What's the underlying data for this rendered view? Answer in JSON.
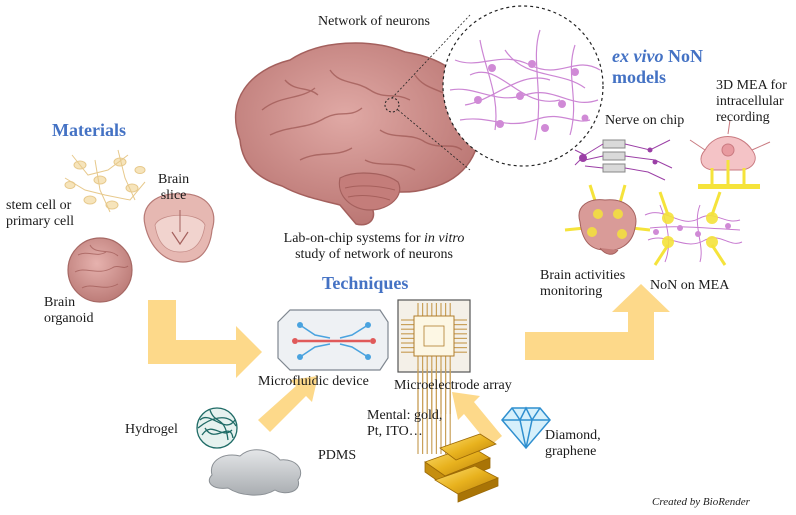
{
  "labels": {
    "network_of_neurons": "Network of neurons",
    "exvivo_italic": "ex vivo",
    "exvivo_rest": " NoN",
    "exvivo_line2": "models",
    "materials": "Materials",
    "stem_cell_line1": "stem cell or",
    "stem_cell_line2": "primary cell",
    "brain_slice_line1": "Brain",
    "brain_slice_line2": "slice",
    "brain_organoid_line1": "Brain",
    "brain_organoid_line2": "organoid",
    "lab_on_chip_pre": "Lab-on-chip systems for ",
    "lab_on_chip_italic": "in vitro",
    "lab_on_chip_line2": "study of network of neurons",
    "techniques": "Techniques",
    "nerve_on_chip": "Nerve on chip",
    "mea3d_line1": "3D MEA for",
    "mea3d_line2": "intracellular",
    "mea3d_line3": "recording",
    "brain_activities_line1": "Brain activities",
    "brain_activities_line2": "monitoring",
    "non_on_mea": "NoN on MEA",
    "microfluidic_device": "Microfluidic device",
    "microelectrode_array": "Microelectrode array",
    "hydrogel": "Hydrogel",
    "pdms": "PDMS",
    "mental_line1": "Mental: gold,",
    "mental_line2": "Pt, ITO…",
    "diamond_line1": "Diamond,",
    "diamond_line2": "graphene",
    "created_by": "Created by BioRender"
  },
  "colors": {
    "heading_blue": "#4472c4",
    "arrow_yellow": "#fdd98a",
    "brain_pink": "#c98a88",
    "neuron_purple": "#c77ad0",
    "mea_yellow": "#f5e33b",
    "diamond_blue": "#5ab6e8",
    "gold": "#e8b21e",
    "hydrogel_teal": "#1f6b66"
  }
}
